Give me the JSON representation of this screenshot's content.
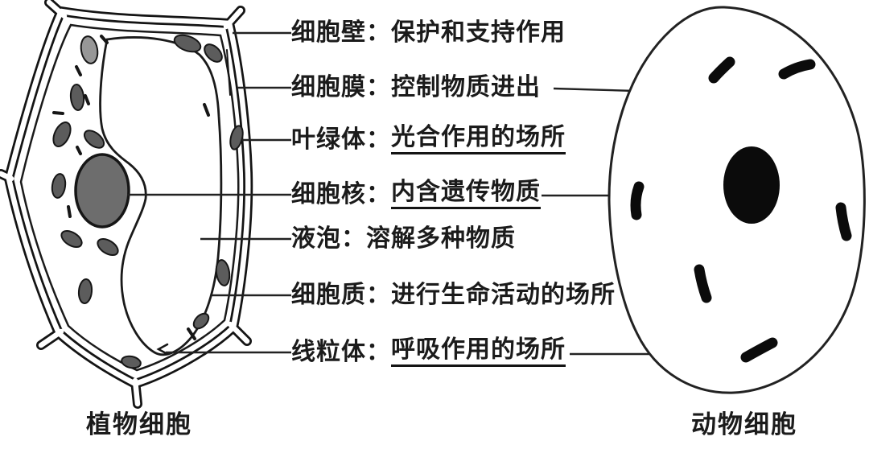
{
  "figure": {
    "plant_caption": "植物细胞",
    "animal_caption": "动物细胞",
    "labels": [
      {
        "name": "细胞壁：",
        "desc": "保护和支持作用",
        "underline": false
      },
      {
        "name": "细胞膜：",
        "desc": "控制物质进出",
        "underline": false
      },
      {
        "name": "叶绿体：",
        "desc": "光合作用的场所",
        "underline": true
      },
      {
        "name": "细胞核：",
        "desc": "内含遗传物质",
        "underline": true
      },
      {
        "name": "液泡：",
        "desc": "溶解多种物质",
        "underline": false
      },
      {
        "name": "细胞质：",
        "desc": "进行生命活动的场所",
        "underline": false
      },
      {
        "name": "线粒体：",
        "desc": "呼吸作用的场所",
        "underline": true
      }
    ],
    "colors": {
      "ink": "#1b1b1b",
      "line": "#222222",
      "chloroplast_fill": "#5c5c5c",
      "chloroplast_light_fill": "#979797",
      "plant_nucleus_fill": "#6d6d6d",
      "animal_organelle_fill": "#0b0b0b",
      "background": "#ffffff"
    }
  }
}
